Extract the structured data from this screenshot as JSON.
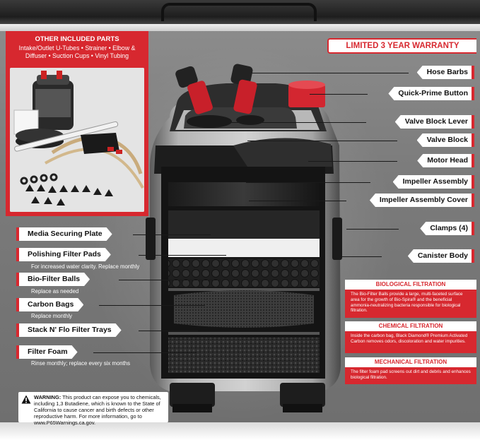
{
  "included_parts": {
    "title": "OTHER INCLUDED PARTS",
    "description": "Intake/Outlet U-Tubes • Strainer • Elbow & Diffuser • Suction Cups • Vinyl Tubing"
  },
  "warranty": "LIMITED 3 YEAR WARRANTY",
  "callouts_right": [
    "Hose Barbs",
    "Quick-Prime Button",
    "Valve Block Lever",
    "Valve Block",
    "Motor Head",
    "Impeller Assembly",
    "Impeller Assembly Cover",
    "Clamps (4)",
    "Canister Body"
  ],
  "callouts_left": [
    {
      "label": "Media Securing Plate",
      "note": ""
    },
    {
      "label": "Polishing Filter Pads",
      "note": "For increased water clarity. Replace monthly"
    },
    {
      "label": "Bio-Filter Balls",
      "note": "Replace as needed"
    },
    {
      "label": "Carbon Bags",
      "note": "Replace monthly"
    },
    {
      "label": "Stack N' Flo Filter Trays",
      "note": ""
    },
    {
      "label": "Filter Foam",
      "note": "Rinse monthly; replace every six months"
    }
  ],
  "filtration": [
    {
      "title": "BIOLOGICAL FILTRATION",
      "text": "The Bio-Filter Balls provide a large, multi-faceted surface area for the growth of Bio-Spira® and the beneficial ammonia-neutralizing bacteria responsible for biological filtration."
    },
    {
      "title": "CHEMICAL FILTRATION",
      "text": "Inside the carbon bag, Black Diamond® Premium Activated Carbon removes odors, discoloration and water impurities."
    },
    {
      "title": "MECHANICAL FILTRATION",
      "text": "The filter foam pad screens out dirt and debris and enhances biological filtration."
    }
  ],
  "warning": {
    "label": "WARNING:",
    "text": " This product can expose you to chemicals, including 1,3 Butadiene, which is known to the State of California to cause cancer and birth defects or other reproductive harm. For more information, go to www.P65Warnings.ca.gov."
  },
  "colors": {
    "accent_red": "#d7282f",
    "box_gray": "#7b7b7b",
    "canister_dark": "#1f1f1f",
    "canister_light": "#9a9a9a"
  }
}
